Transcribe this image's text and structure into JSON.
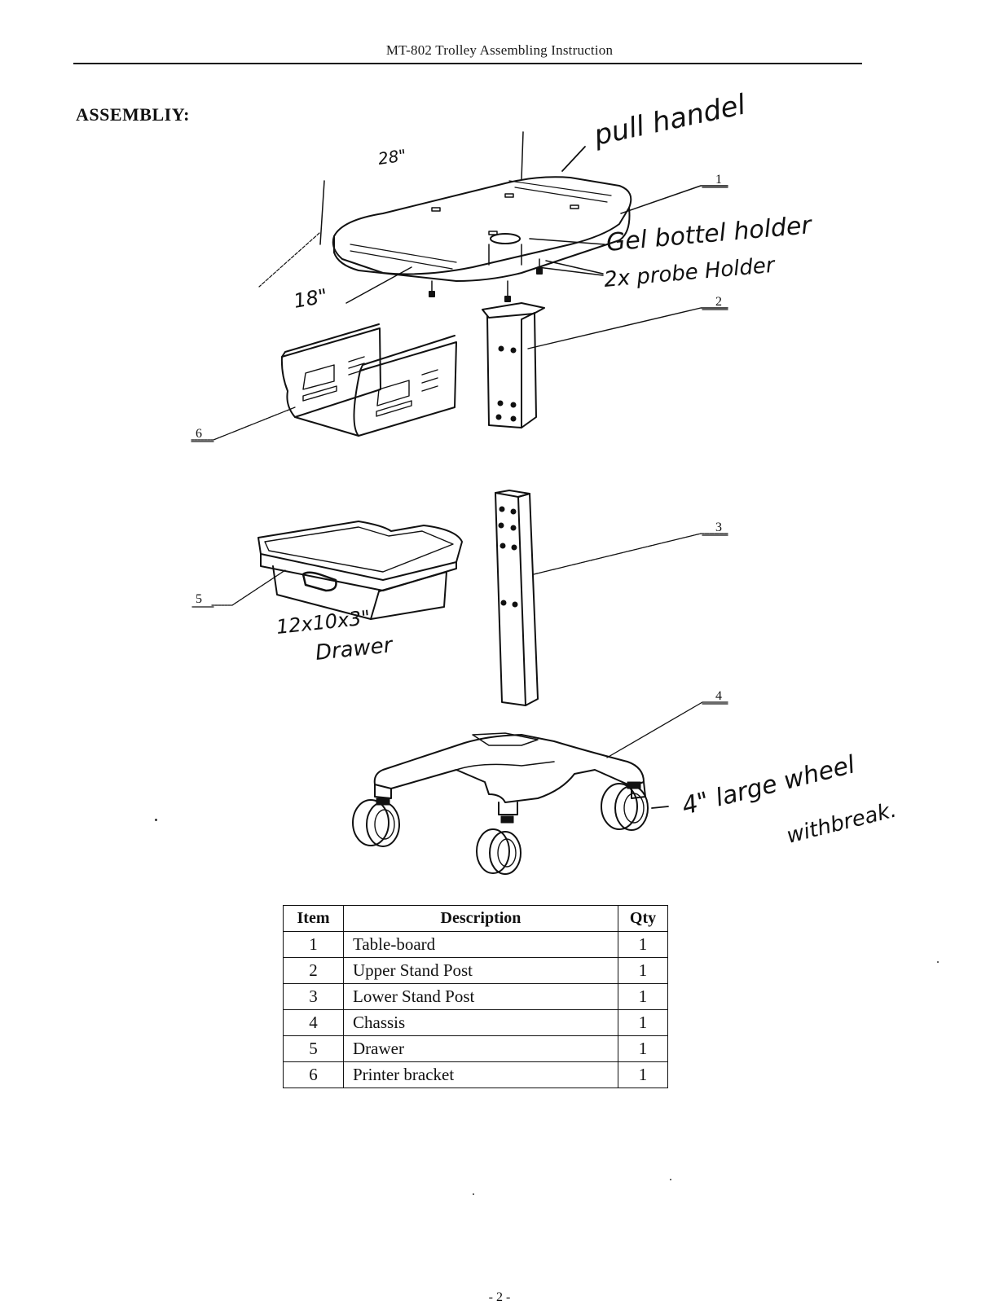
{
  "header": {
    "title": "MT-802 Trolley Assembling Instruction"
  },
  "section": {
    "title": "ASSEMBLIY:"
  },
  "diagram": {
    "callouts": [
      "1",
      "2",
      "3",
      "4",
      "5",
      "6"
    ],
    "handwritten_notes": {
      "width_dimension": "28\"",
      "depth_dimension": "18\"",
      "pull_handle": "pull handel",
      "gel_holder": "Gel bottel holder",
      "probe_holder": "2x probe Holder",
      "drawer_size": "12x10x3\"",
      "drawer_label": "Drawer",
      "wheel_line1": "4\" large wheel",
      "wheel_line2": "withbreak."
    }
  },
  "parts_table": {
    "headers": {
      "item": "Item",
      "description": "Description",
      "qty": "Qty"
    },
    "rows": [
      {
        "item": "1",
        "description": "Table-board",
        "qty": "1"
      },
      {
        "item": "2",
        "description": "Upper Stand Post",
        "qty": "1"
      },
      {
        "item": "3",
        "description": "Lower Stand Post",
        "qty": "1"
      },
      {
        "item": "4",
        "description": "Chassis",
        "qty": "1"
      },
      {
        "item": "5",
        "description": "Drawer",
        "qty": "1"
      },
      {
        "item": "6",
        "description": "Printer bracket",
        "qty": "1"
      }
    ]
  },
  "footer": {
    "page_number": "- 2 -"
  }
}
